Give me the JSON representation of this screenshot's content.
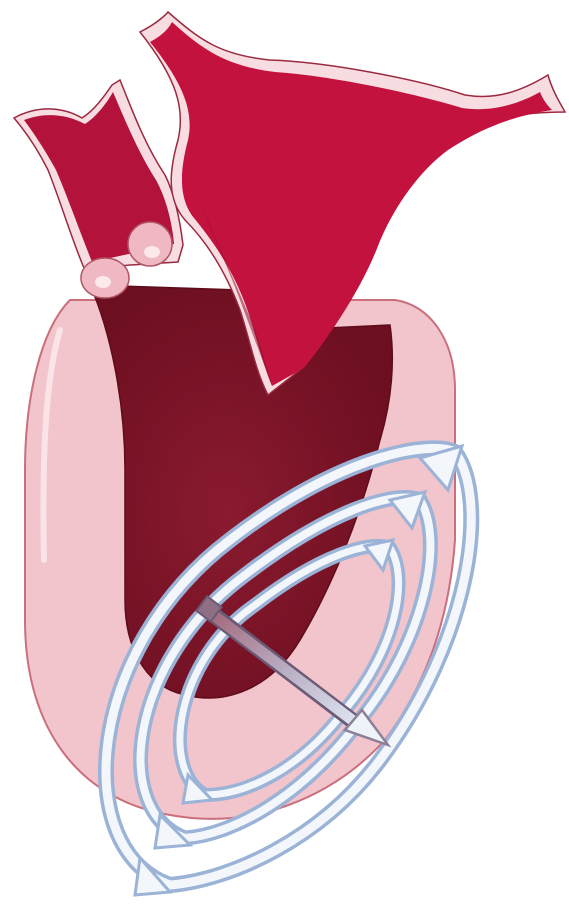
{
  "figure": {
    "subject": "heart-left-ventricle-illustration",
    "parts": [
      {
        "name": "myocardium",
        "color": "#f2c4cc"
      },
      {
        "name": "myocardium-outline",
        "color": "#c9707c"
      },
      {
        "name": "ventricle-cavity",
        "color": "#7a1326"
      },
      {
        "name": "ascending-aorta",
        "color": "#b3123a"
      },
      {
        "name": "left-atrium",
        "color": "#c2123d"
      },
      {
        "name": "vessel-wall",
        "color": "#f7dde1"
      },
      {
        "name": "aortic-valve-cusps",
        "color": "#f0b8c3"
      },
      {
        "name": "rotation-arrows",
        "color": "#9ab3d6"
      },
      {
        "name": "rotation-arrow-fill",
        "color": "#f3f6fb"
      },
      {
        "name": "axis-arrow",
        "color": "#8d7f98"
      }
    ],
    "rotation_arrow_count": 3,
    "axis_arrow_count": 1
  }
}
